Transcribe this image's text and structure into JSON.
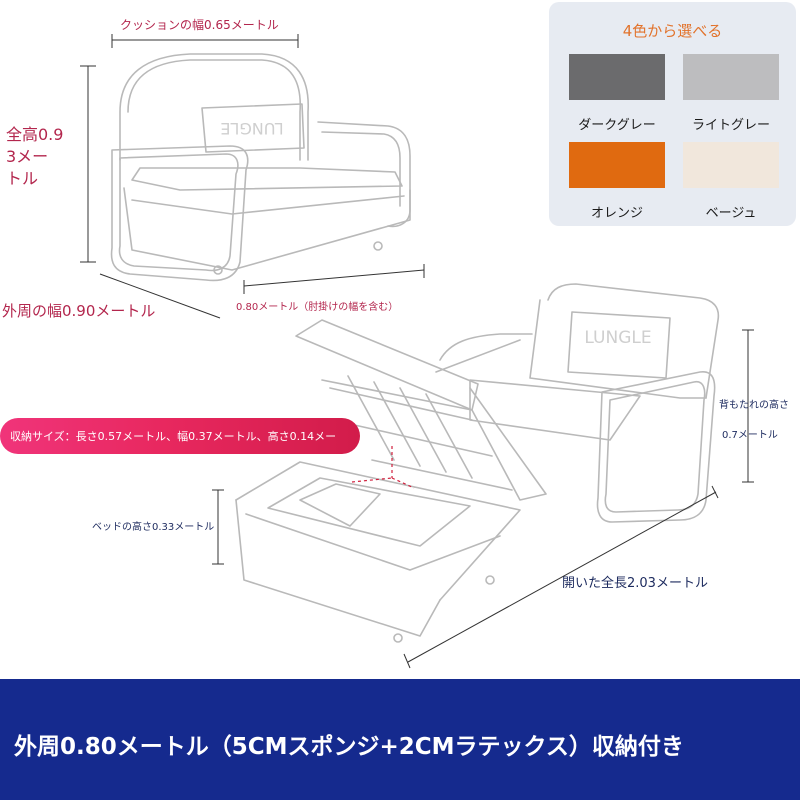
{
  "labels": {
    "cushion_width": "クッションの幅0.65メートル",
    "total_height": "全高0.9\n3メー\nトル",
    "outer_width": "外周の幅0.90メートル",
    "depth_with_armrest": "0.80メートル（肘掛けの幅を含む）",
    "backrest_height_label": "背もたれの高さ",
    "backrest_height_value": "0.7メートル",
    "storage_size": "収納サイズ：長さ0.57メートル、幅0.37メートル、高さ0.14メー",
    "bed_height": "ベッドの高さ0.33メートル",
    "open_length": "開いた全長2.03メートル"
  },
  "palette": {
    "title": "4色から選べる",
    "colors": [
      {
        "label": "ダークグレー",
        "hex": "#6b6b6d"
      },
      {
        "label": "ライトグレー",
        "hex": "#bdbdbf"
      },
      {
        "label": "オレンジ",
        "hex": "#e06a10"
      },
      {
        "label": "ベージュ",
        "hex": "#f1e7dc"
      }
    ]
  },
  "brand": {
    "logo_text": "LUNGLE"
  },
  "footer": {
    "text": "外周0.80メートル（5CMスポンジ+2CMラテックス）収納付き",
    "background": "#152a8e"
  }
}
